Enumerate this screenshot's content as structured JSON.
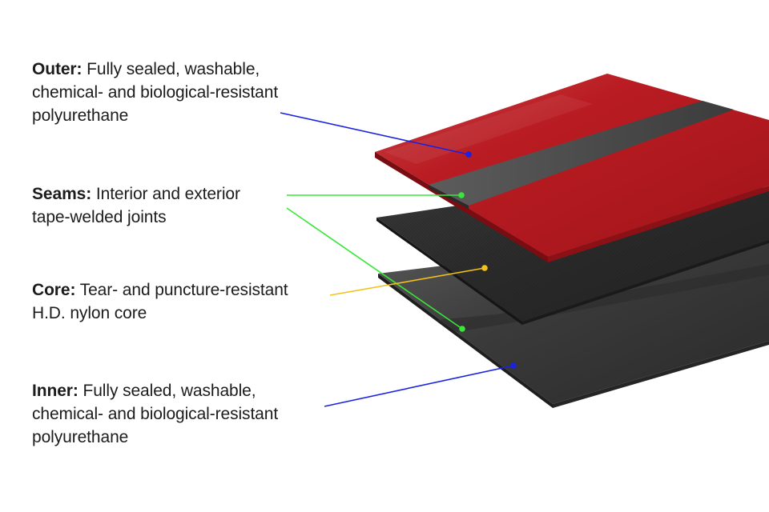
{
  "layers": [
    {
      "id": "outer",
      "title": "Outer:",
      "lines": [
        "Fully sealed, washable,",
        "chemical- and biological-resistant",
        "polyurethane"
      ],
      "line_color": "#1a22e0"
    },
    {
      "id": "seams",
      "title": "Seams:",
      "lines": [
        "Interior and exterior",
        "tape-welded joints"
      ],
      "line_color": "#39e639"
    },
    {
      "id": "core",
      "title": "Core:",
      "lines": [
        "Tear- and puncture-resistant",
        "H.D. nylon core"
      ],
      "line_color": "#f2c21b"
    },
    {
      "id": "inner",
      "title": "Inner:",
      "lines": [
        "Fully sealed, washable,",
        "chemical- and biological-resistant",
        "polyurethane"
      ],
      "line_color": "#1a22e0"
    }
  ],
  "colors": {
    "outer_layer": "#b4191f",
    "seam_tape": "#4a4a4a",
    "core_layer": "#2b2b2b",
    "inner_layer": "#3a3a3a"
  }
}
